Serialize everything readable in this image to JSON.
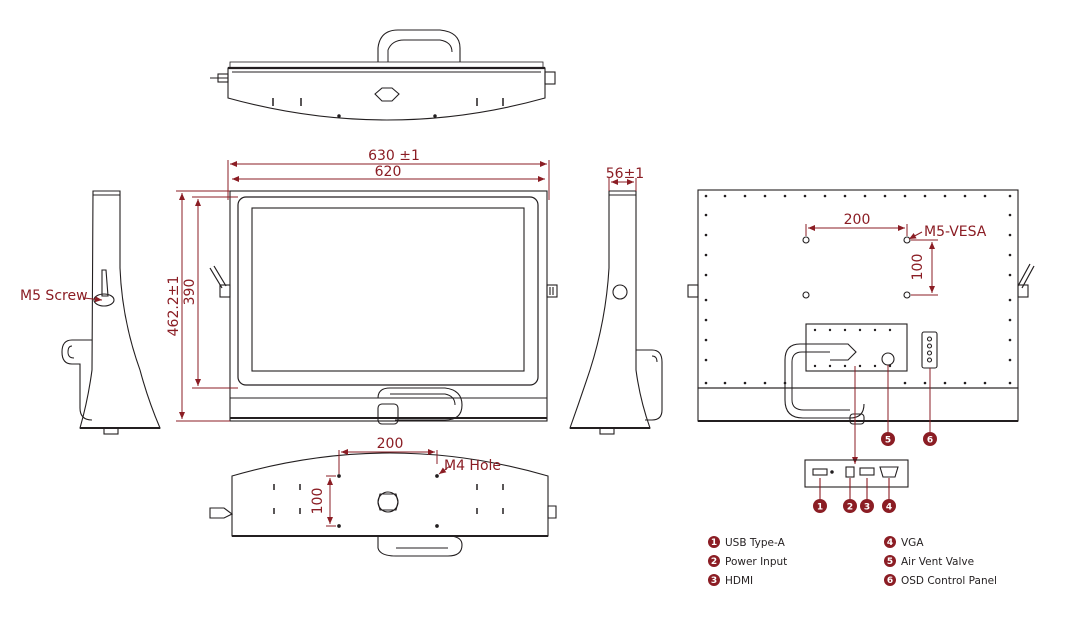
{
  "dimensions": {
    "overall_width": "630 ±1",
    "panel_width": "620",
    "overall_height": "462.2±1",
    "panel_height": "390",
    "depth": "56±1",
    "vesa_horizontal": "200",
    "vesa_vertical": "100",
    "bottom_horizontal": "200",
    "bottom_vertical": "100"
  },
  "callouts": {
    "m5_screw": "M5 Screw",
    "m5_vesa": "M5-VESA",
    "m4_hole": "M4 Hole"
  },
  "ports": [
    {
      "number": "1",
      "label": "USB Type-A"
    },
    {
      "number": "2",
      "label": "Power Input"
    },
    {
      "number": "3",
      "label": "HDMI"
    },
    {
      "number": "4",
      "label": "VGA"
    },
    {
      "number": "5",
      "label": "Air Vent Valve"
    },
    {
      "number": "6",
      "label": "OSD Control Panel"
    }
  ],
  "colors": {
    "accent": "#8b1d24",
    "line": "#231f20",
    "badge": "#8b1d24"
  }
}
